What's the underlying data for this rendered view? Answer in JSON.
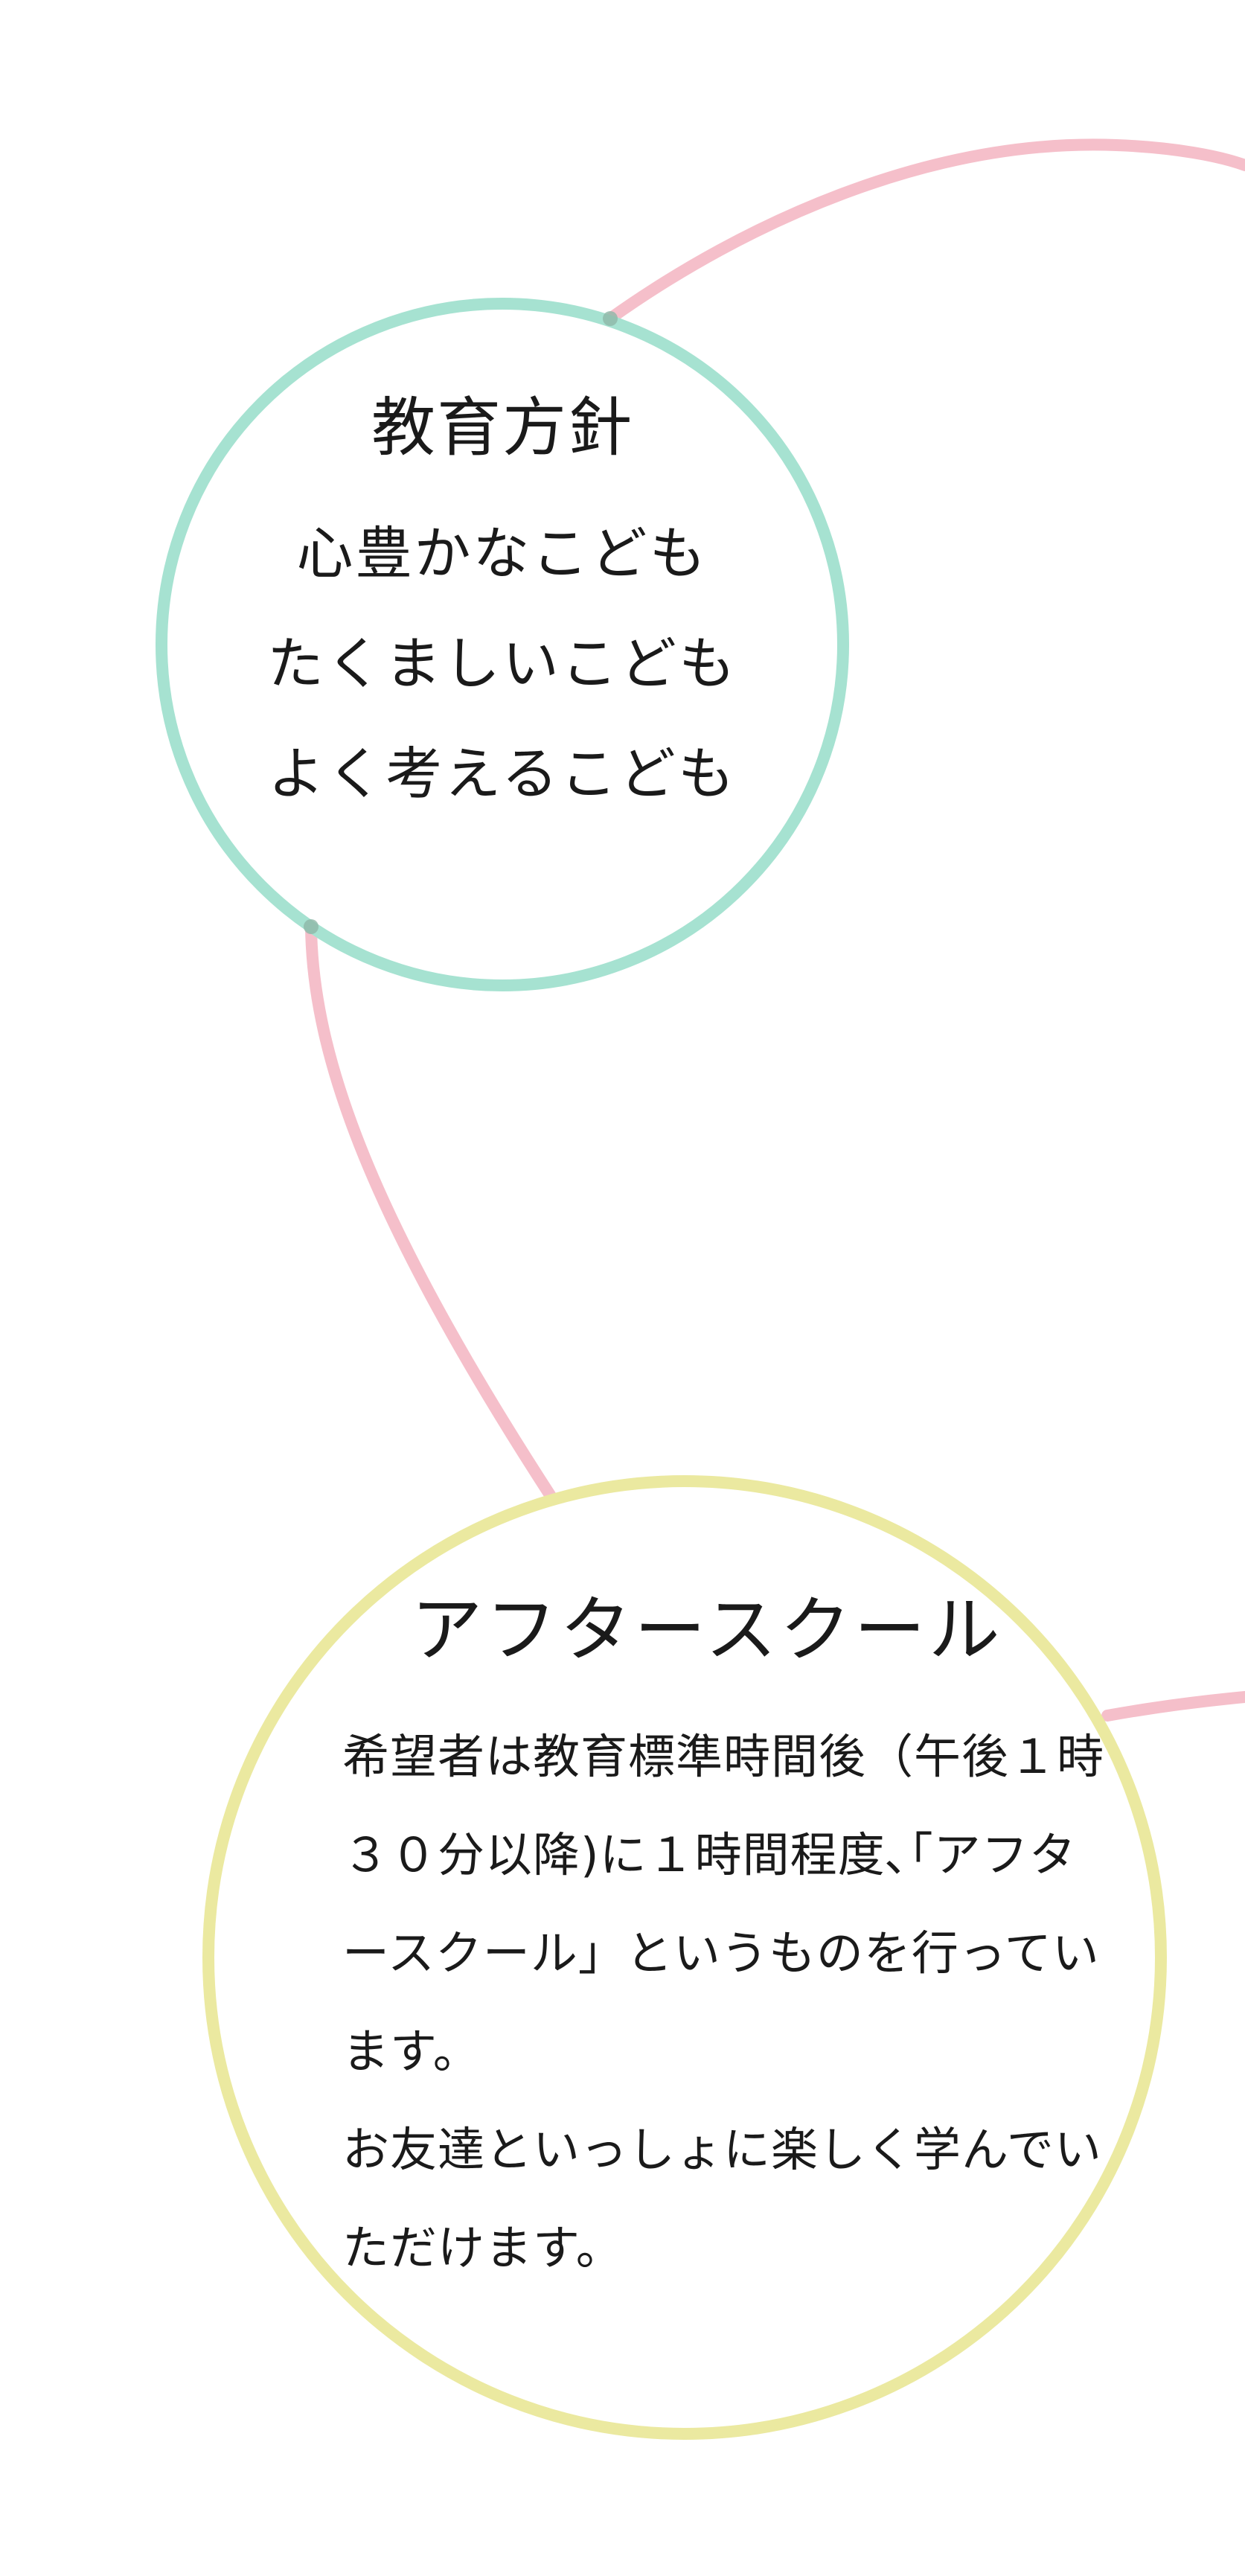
{
  "colors": {
    "policy_ring": "#a6e2d1",
    "after_ring": "#ebe9a0",
    "connector": "#f5bfca",
    "text": "#1a1a1a",
    "background": "#ffffff"
  },
  "policy": {
    "title": "教育方針",
    "lines": [
      "心豊かなこども",
      "たくましいこども",
      "よく考えるこども"
    ]
  },
  "after_school": {
    "title": "アフタースクール",
    "paragraph1": "希望者は教育標準時間後（午後１時３０分以降)に１時間程度､｢アフタースクール」というものを行っています。",
    "paragraph2": "お友達といっしょに楽しく学んでいただけます。"
  }
}
